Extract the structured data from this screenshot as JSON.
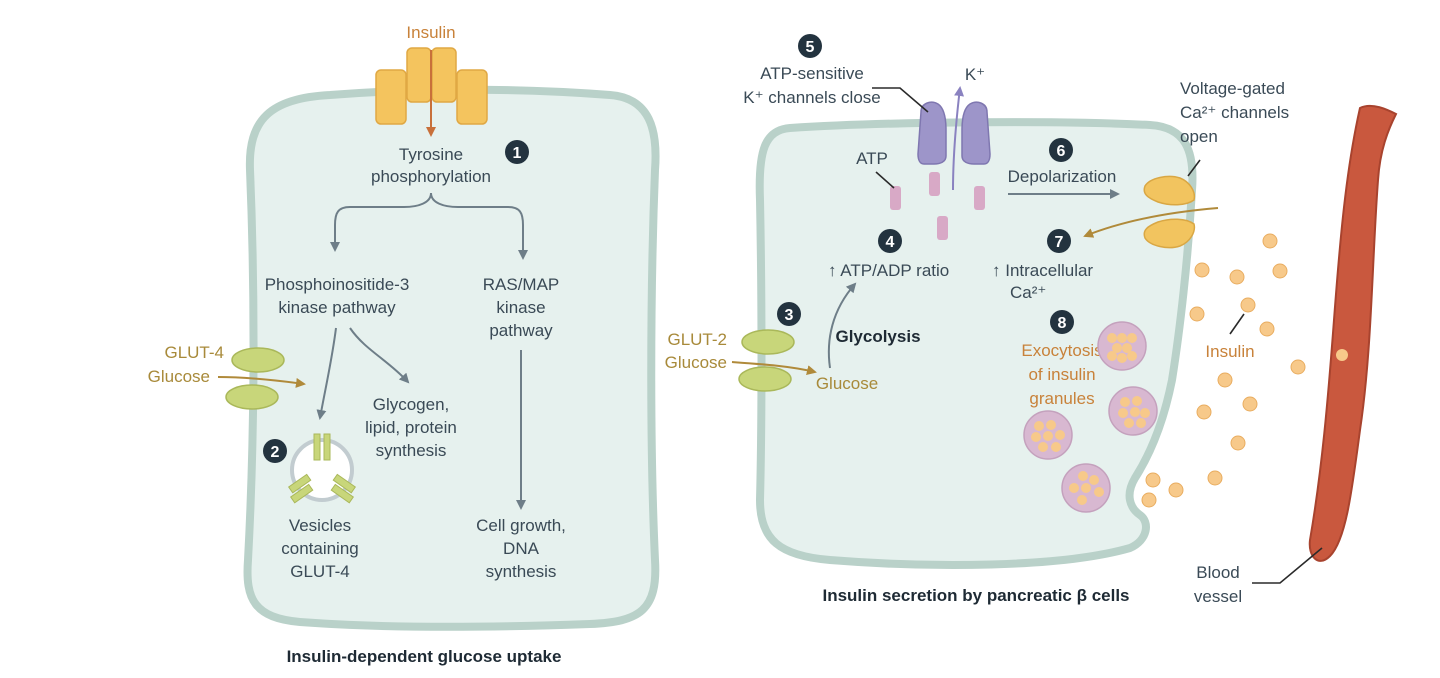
{
  "left_panel": {
    "insulin_label": "Insulin",
    "step1": "1",
    "tyrosine_line1": "Tyrosine",
    "tyrosine_line2": "phosphorylation",
    "pi3k_line1": "Phosphoinositide-3",
    "pi3k_line2": "kinase pathway",
    "ras_line1": "RAS/MAP",
    "ras_line2": "kinase",
    "ras_line3": "pathway",
    "glut4_label": "GLUT-4",
    "glucose_label": "Glucose",
    "glycogen_line1": "Glycogen,",
    "glycogen_line2": "lipid, protein",
    "glycogen_line3": "synthesis",
    "step2": "2",
    "vesicles_line1": "Vesicles",
    "vesicles_line2": "containing",
    "vesicles_line3": "GLUT-4",
    "cellgrowth_line1": "Cell growth,",
    "cellgrowth_line2": "DNA",
    "cellgrowth_line3": "synthesis",
    "caption": "Insulin-dependent glucose uptake"
  },
  "right_panel": {
    "step5": "5",
    "atp_k_line1": "ATP-sensitive",
    "atp_k_line2": "K⁺ channels close",
    "k_label": "K⁺",
    "vgcc_line1": "Voltage-gated",
    "vgcc_line2": "Ca²⁺ channels",
    "vgcc_line3": "open",
    "atp_label": "ATP",
    "step6": "6",
    "depolarization": "Depolarization",
    "step4": "4",
    "atp_adp": "↑ ATP/ADP ratio",
    "step7": "7",
    "intracellular_line1": "↑ Intracellular",
    "intracellular_line2": "Ca²⁺",
    "step3": "3",
    "glut2_label": "GLUT-2",
    "glucose_label": "Glucose",
    "glycolysis": "Glycolysis",
    "glucose_inside": "Glucose",
    "step8": "8",
    "exocytosis_line1": "Exocytosis",
    "exocytosis_line2": "of insulin",
    "exocytosis_line3": "granules",
    "insulin_label": "Insulin",
    "blood_line1": "Blood",
    "blood_line2": "vessel",
    "caption": "Insulin secretion by pancreatic β cells"
  },
  "colors": {
    "cell_fill": "#e6f1ee",
    "cell_border": "#b9d1c9",
    "receptor": "#f4c45e",
    "glut": "#c8d67a",
    "atp_channel": "#9d95c9",
    "atp_bar": "#d8a9c6",
    "ca_channel": "#f2c45f",
    "granule": "#d8b8d1",
    "insulin_dot": "#f7c98a",
    "vessel": "#c9583e",
    "step_badge": "#23333f"
  }
}
